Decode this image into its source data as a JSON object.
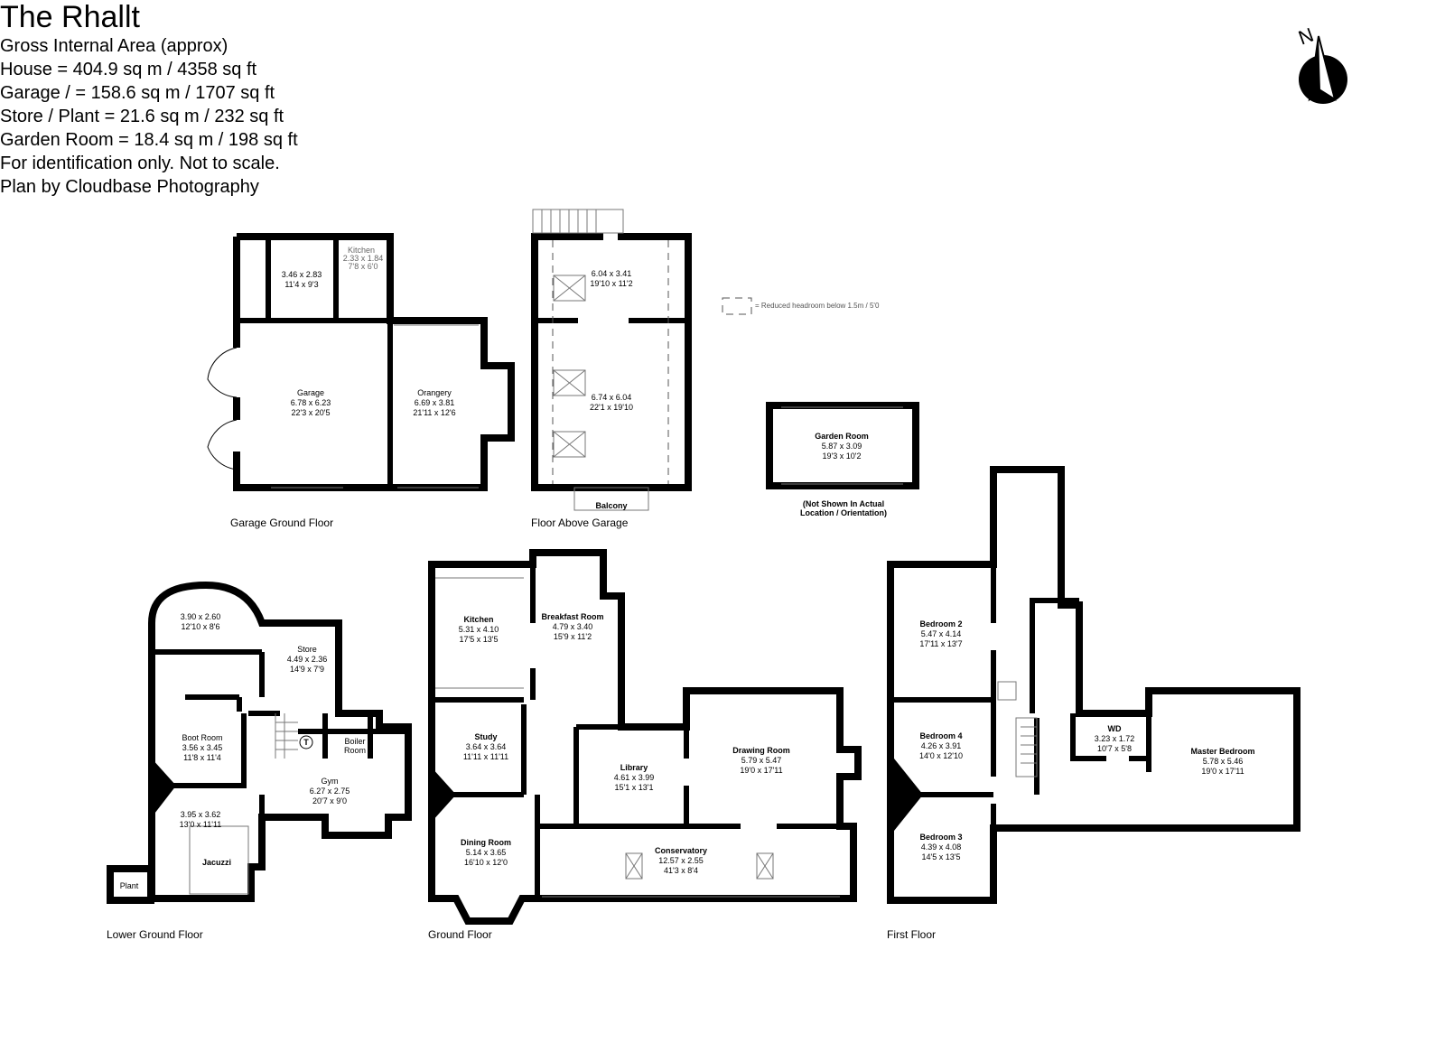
{
  "header": {
    "title": "The Rhallt",
    "lines": [
      "Gross Internal Area (approx)",
      "House = 404.9 sq m / 4358 sq ft",
      "Garage /  = 158.6 sq m / 1707 sq ft",
      "Store / Plant = 21.6 sq m / 232 sq ft",
      "Garden Room = 18.4 sq m / 198 sq ft",
      "For identification only. Not to scale.",
      "Plan by Cloudbase Photography"
    ]
  },
  "compass": {
    "label": "N",
    "icon": "north-arrow-icon"
  },
  "legend": {
    "text": "= Reduced headroom below 1.5m / 5'0"
  },
  "plans": {
    "garage_ground": {
      "caption": "Garage Ground Floor",
      "rooms": [
        {
          "name": "",
          "m": "3.46 x 2.83",
          "ft": "11'4 x 9'3"
        },
        {
          "name": "Kitchen",
          "m": "2.33 x 1.84",
          "ft": "7'8 x 6'0"
        },
        {
          "name": "Garage",
          "m": "6.78 x 6.23",
          "ft": "22'3 x 20'5"
        },
        {
          "name": "Orangery",
          "m": "6.69 x 3.81",
          "ft": "21'11 x 12'6"
        }
      ]
    },
    "above_garage": {
      "caption": "Floor Above Garage",
      "rooms": [
        {
          "m": "6.04 x 3.41",
          "ft": "19'10 x 11'2"
        },
        {
          "m": "6.74 x 6.04",
          "ft": "22'1 x 19'10"
        }
      ],
      "balcony": "Balcony"
    },
    "garden_room": {
      "name": "Garden Room",
      "m": "5.87 x 3.09",
      "ft": "19'3 x 10'2",
      "note1": "(Not Shown In Actual",
      "note2": "Location / Orientation)"
    },
    "lower_ground": {
      "caption": "Lower Ground Floor",
      "rooms": [
        {
          "name": "",
          "m": "3.90 x 2.60",
          "ft": "12'10 x 8'6"
        },
        {
          "name": "Store",
          "m": "4.49 x 2.36",
          "ft": "14'9 x 7'9"
        },
        {
          "name": "Boot Room",
          "m": "3.56 x 3.45",
          "ft": "11'8 x 11'4"
        },
        {
          "name": "Gym",
          "m": "6.27 x 2.75",
          "ft": "20'7 x 9'0"
        },
        {
          "name": "",
          "m": "3.95 x 3.62",
          "ft": "13'0 x 11'11"
        }
      ],
      "boiler_1": "Boiler",
      "boiler_2": "Room",
      "jacuzzi": "Jacuzzi",
      "plant": "Plant",
      "tank": "T"
    },
    "ground": {
      "caption": "Ground Floor",
      "rooms": [
        {
          "name": "Kitchen",
          "m": "5.31 x 4.10",
          "ft": "17'5 x 13'5"
        },
        {
          "name": "Breakfast Room",
          "m": "4.79 x 3.40",
          "ft": "15'9 x 11'2"
        },
        {
          "name": "Study",
          "m": "3.64 x 3.64",
          "ft": "11'11 x 11'11"
        },
        {
          "name": "Library",
          "m": "4.61 x 3.99",
          "ft": "15'1 x 13'1"
        },
        {
          "name": "Drawing Room",
          "m": "5.79 x 5.47",
          "ft": "19'0 x 17'11"
        },
        {
          "name": "Dining Room",
          "m": "5.14 x 3.65",
          "ft": "16'10 x 12'0"
        },
        {
          "name": "Conservatory",
          "m": "12.57 x 2.55",
          "ft": "41'3 x 8'4"
        }
      ]
    },
    "first": {
      "caption": "First Floor",
      "rooms": [
        {
          "name": "Bedroom 2",
          "m": "5.47 x 4.14",
          "ft": "17'11 x 13'7"
        },
        {
          "name": "Bedroom 4",
          "m": "4.26 x 3.91",
          "ft": "14'0 x 12'10"
        },
        {
          "name": "Bedroom 3",
          "m": "4.39 x 4.08",
          "ft": "14'5 x 13'5"
        },
        {
          "name": "WD",
          "m": "3.23 x 1.72",
          "ft": "10'7 x 5'8"
        },
        {
          "name": "Master Bedroom",
          "m": "5.78 x 5.46",
          "ft": "19'0 x 17'11"
        }
      ]
    }
  }
}
